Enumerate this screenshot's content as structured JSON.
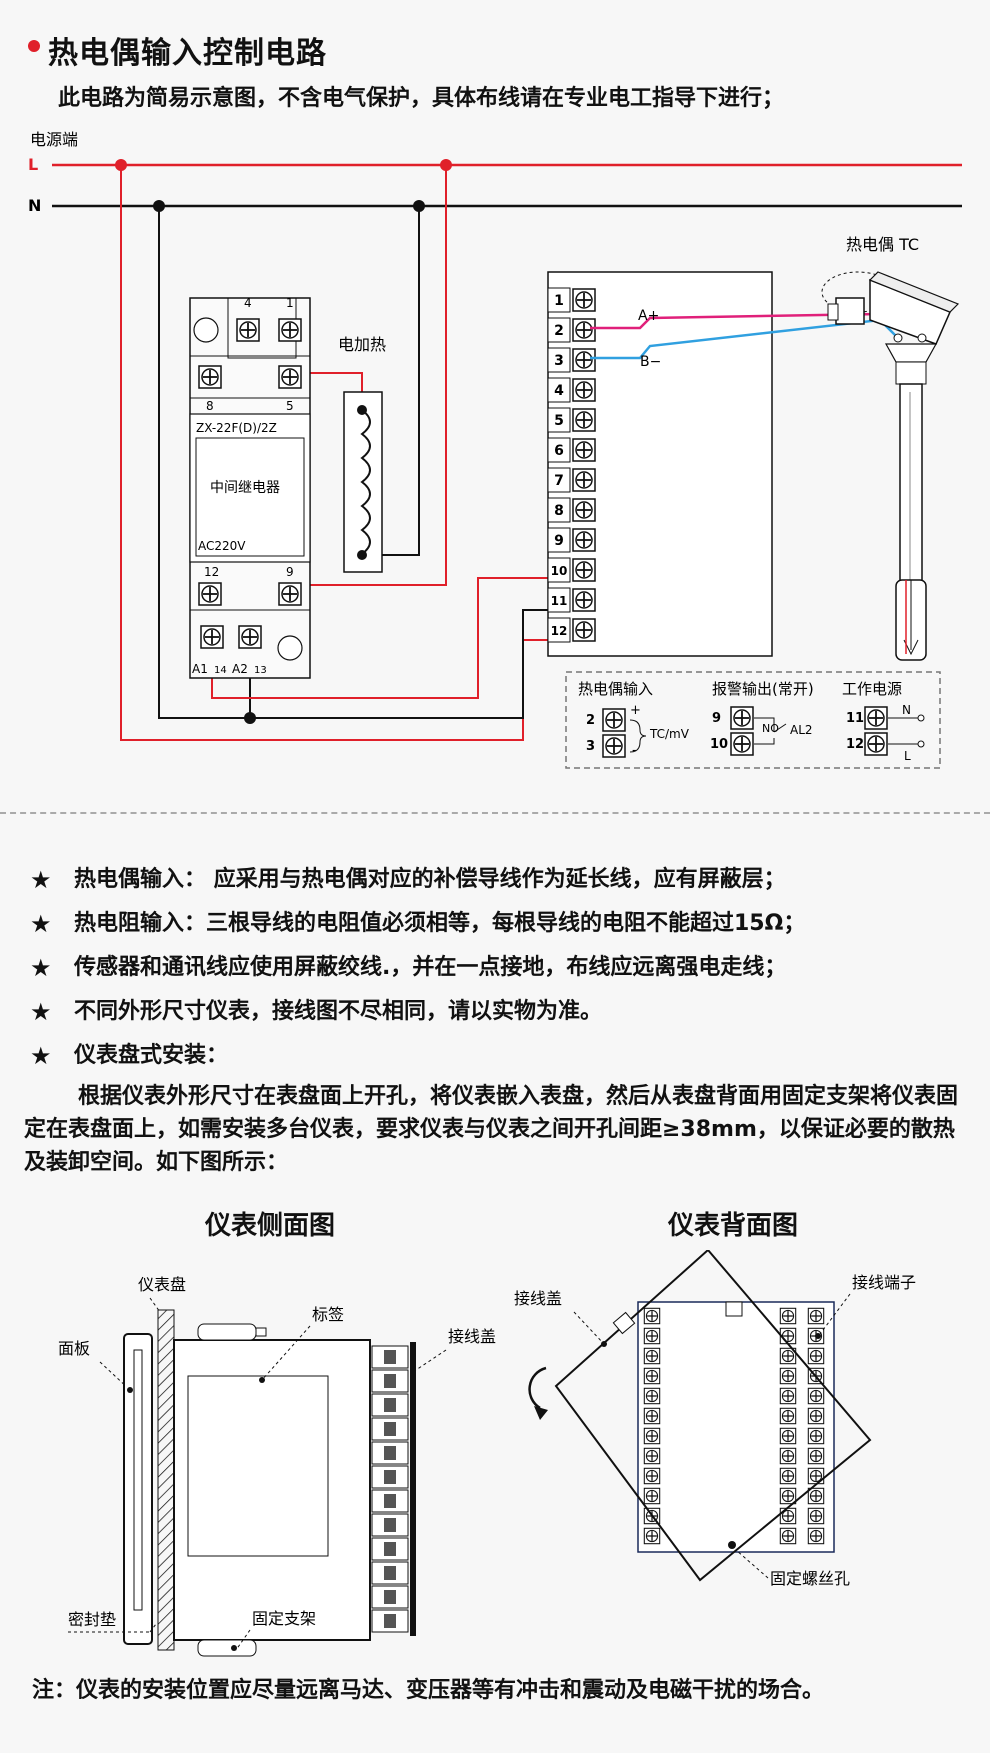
{
  "header": {
    "title": "热电偶输入控制电路",
    "subtitle": "此电路为简易示意图，不含电气保护，具体布线请在专业电工指导下进行；"
  },
  "circuit": {
    "power_label": "电源端",
    "line_L": "L",
    "line_N": "N",
    "heater_label": "电加热",
    "relay": {
      "model": "ZX-22F(D)/2Z",
      "name": "中间继电器",
      "voltage": "AC220V",
      "pins_top": [
        "4",
        "1"
      ],
      "pins_mid": [
        "8",
        "5"
      ],
      "pin_12": "12",
      "pin_9": "9",
      "pins_bottom": [
        "A1",
        "14",
        "A2",
        "13"
      ]
    },
    "terminals": [
      "1",
      "2",
      "3",
      "4",
      "5",
      "6",
      "7",
      "8",
      "9",
      "10",
      "11",
      "12"
    ],
    "tc_label": "热电偶 TC",
    "wire_a": "A+",
    "wire_b": "B−",
    "legend": {
      "tc_input": {
        "title": "热电偶输入",
        "pins": [
          "2",
          "3"
        ],
        "plus": "+",
        "minus": "-",
        "signal": "TC/mV"
      },
      "alarm": {
        "title": "报警输出(常开)",
        "pins": [
          "9",
          "10"
        ],
        "no": "NO",
        "al": "AL2"
      },
      "power": {
        "title": "工作电源",
        "pins": [
          "11",
          "12"
        ],
        "n": "N",
        "l": "L"
      }
    },
    "colors": {
      "live": "#e0202a",
      "neutral": "#111111",
      "a_plus": "#e0207a",
      "b_minus": "#30a0e0"
    }
  },
  "notes": [
    "热电偶输入： 应采用与热电偶对应的补偿导线作为延长线，应有屏蔽层；",
    "热电阻输入：三根导线的电阻值必须相等，每根导线的电阻不能超过15Ω；",
    "传感器和通讯线应使用屏蔽绞线.，并在一点接地，布线应远离强电走线；",
    "不同外形尺寸仪表，接线图不尽相同，请以实物为准。",
    "仪表盘式安装："
  ],
  "install_paragraph": "根据仪表外形尺寸在表盘面上开孔，将仪表嵌入表盘，然后从表盘背面用固定支架将仪表固定在表盘面上，如需安装多台仪表，要求仪表与仪表之间开孔间距≥38mm，以保证必要的散热及装卸空间。如下图所示：",
  "side_view": {
    "title": "仪表侧面图",
    "panel": "仪表盘",
    "face": "面板",
    "label": "标签",
    "cover": "接线盖",
    "gasket": "密封垫",
    "bracket": "固定支架"
  },
  "back_view": {
    "title": "仪表背面图",
    "cover": "接线盖",
    "terminal": "接线端子",
    "screw": "固定螺丝孔"
  },
  "footnote": "注：仪表的安装位置应尽量远离马达、变压器等有冲击和震动及电磁干扰的场合。"
}
